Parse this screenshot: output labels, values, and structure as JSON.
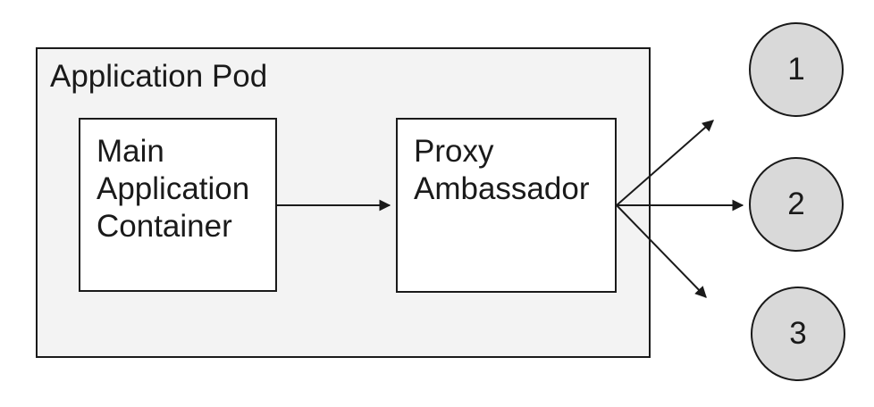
{
  "colors": {
    "pod_fill": "#f3f3f3",
    "node_fill": "#ffffff",
    "endpoint_fill": "#d9d9d9",
    "stroke": "#1a1a1a",
    "text": "#1a1a1a"
  },
  "diagram": {
    "pod": {
      "label": "Application Pod"
    },
    "nodes": [
      {
        "id": "main-application-container",
        "label": "Main Application Container"
      },
      {
        "id": "proxy-ambassador",
        "label": "Proxy Ambassador"
      }
    ],
    "endpoints": [
      {
        "id": "endpoint-1",
        "label": "1"
      },
      {
        "id": "endpoint-2",
        "label": "2"
      },
      {
        "id": "endpoint-3",
        "label": "3"
      }
    ],
    "edges": [
      {
        "from": "main-application-container",
        "to": "proxy-ambassador"
      },
      {
        "from": "proxy-ambassador",
        "to": "endpoint-1"
      },
      {
        "from": "proxy-ambassador",
        "to": "endpoint-2"
      },
      {
        "from": "proxy-ambassador",
        "to": "endpoint-3"
      }
    ]
  }
}
